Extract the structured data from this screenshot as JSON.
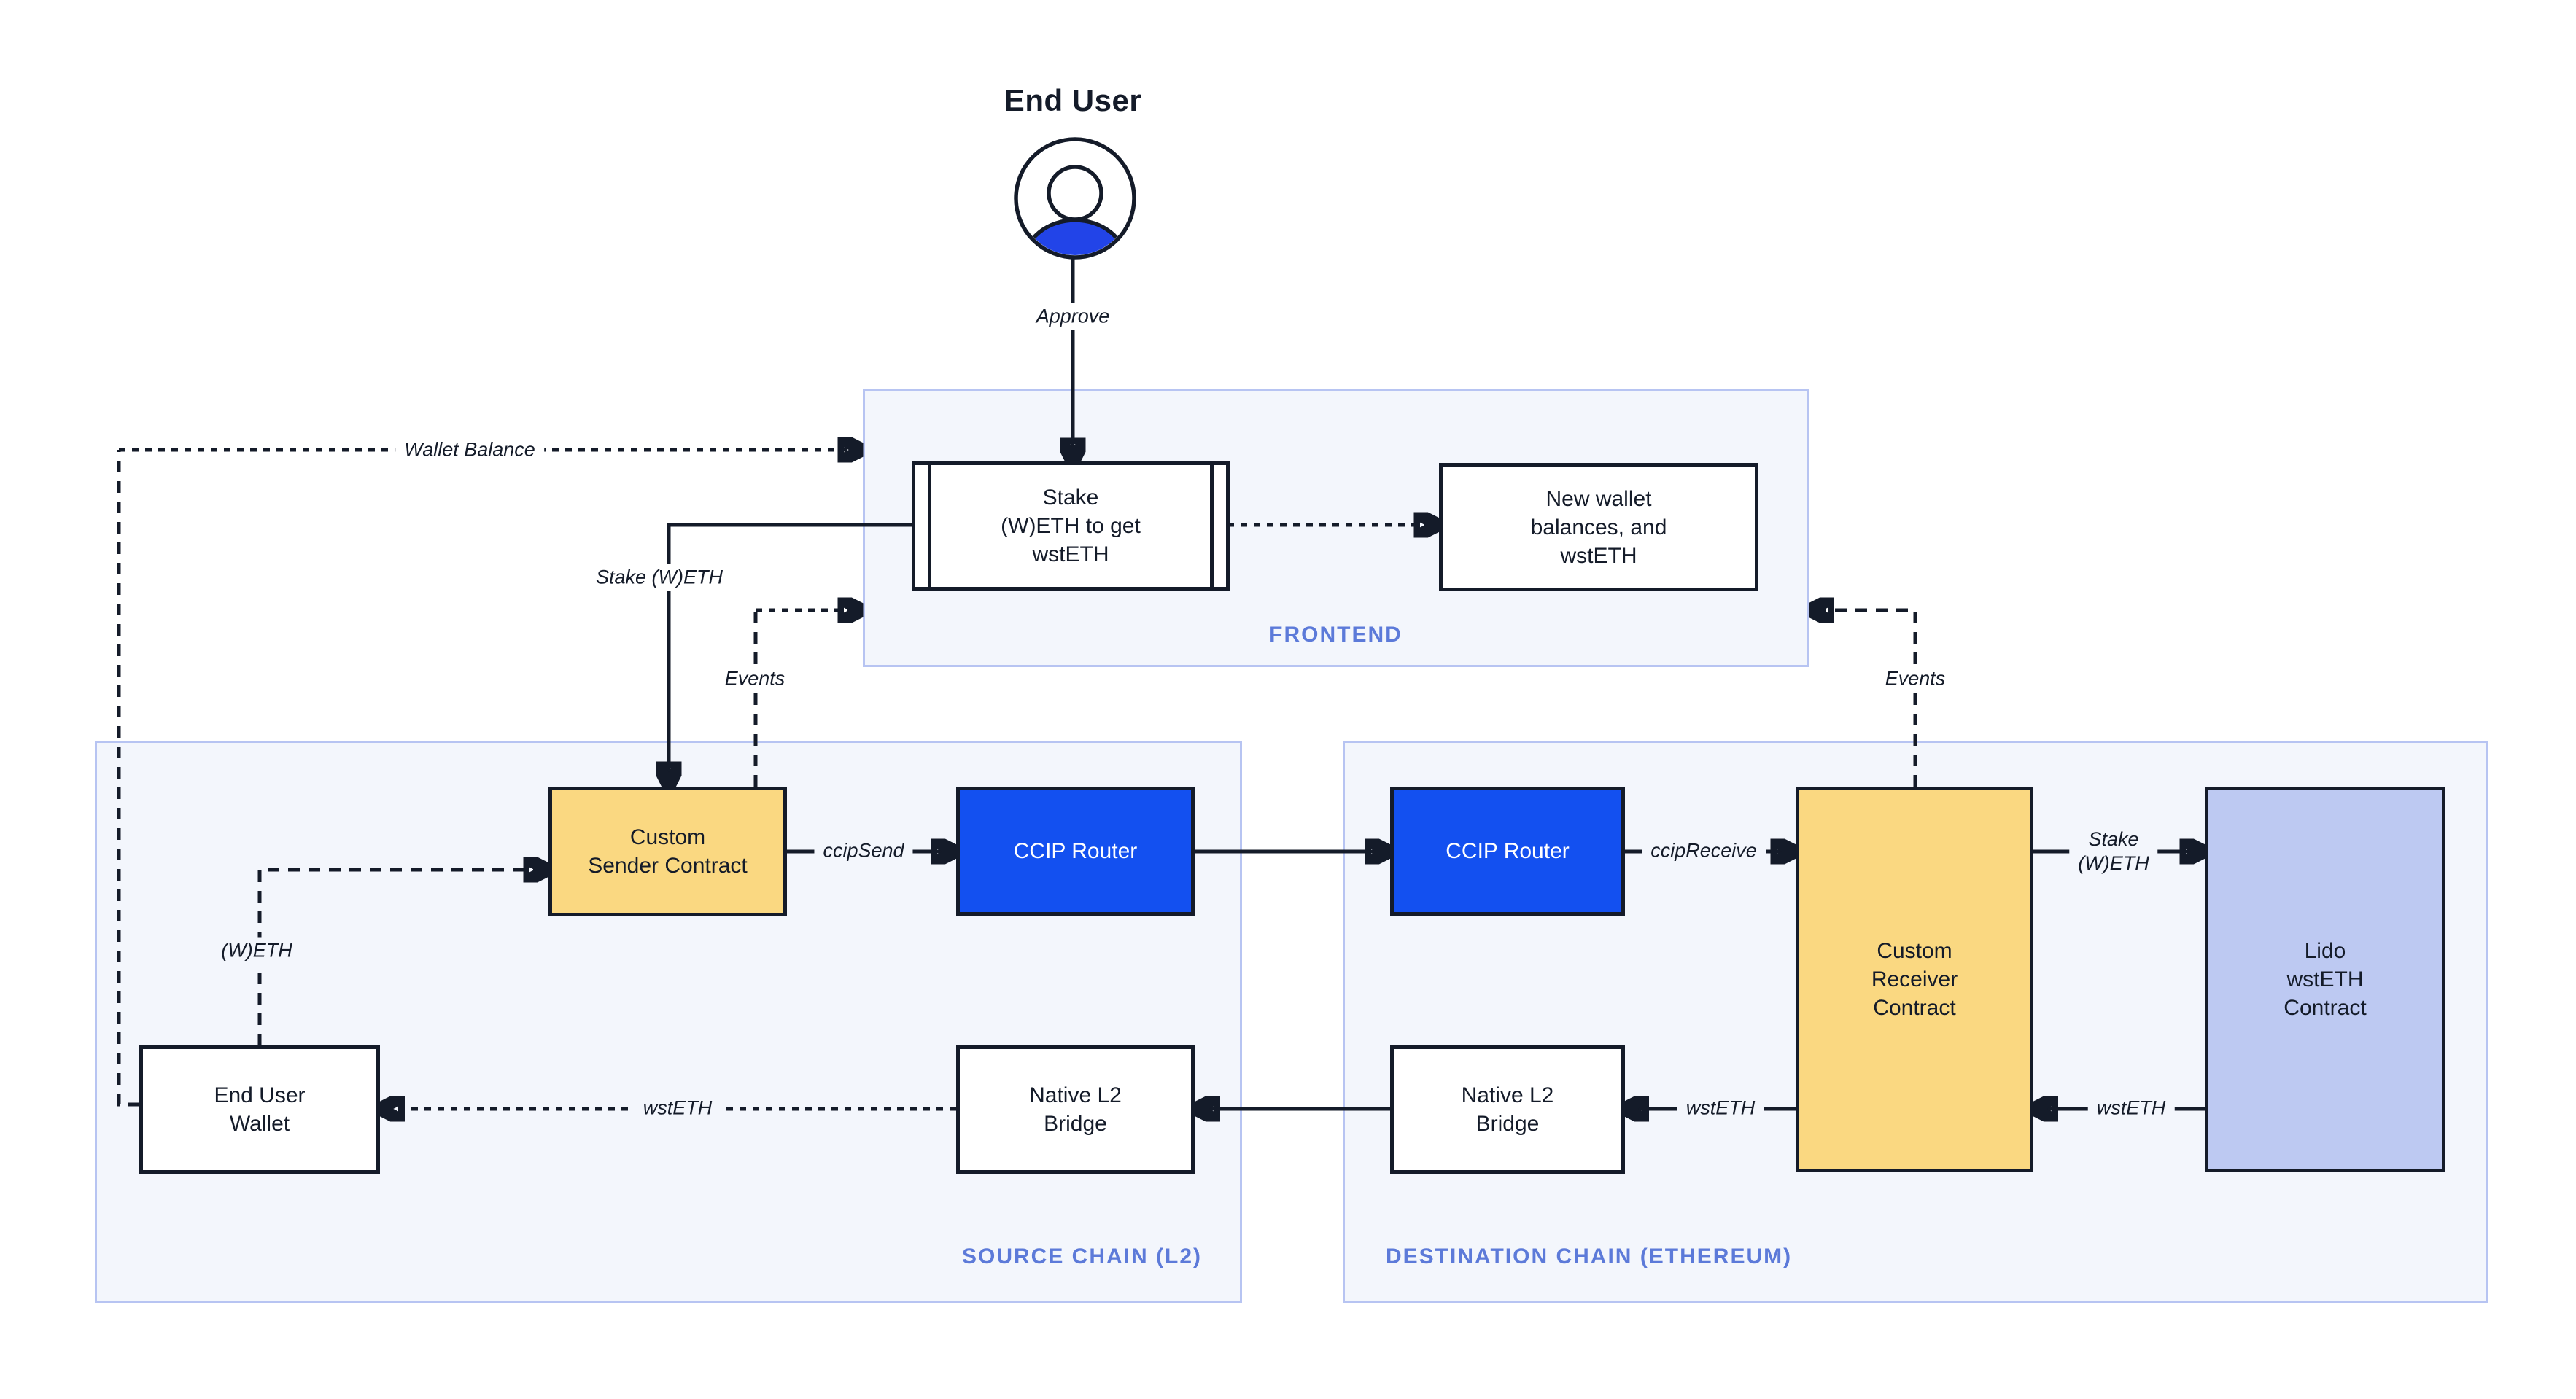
{
  "title": {
    "end_user": "End User"
  },
  "containers": {
    "frontend": {
      "label": "FRONTEND"
    },
    "source_chain": {
      "label": "SOURCE CHAIN (L2)"
    },
    "destination_chain": {
      "label": "DESTINATION CHAIN (ETHEREUM)"
    }
  },
  "nodes": {
    "stake": {
      "label": "Stake\n(W)ETH to get\nwstETH"
    },
    "new_wallet": {
      "label": "New wallet\nbalances, and\nwstETH"
    },
    "custom_sender": {
      "label": "Custom\nSender Contract"
    },
    "ccip_router_source": {
      "label": "CCIP Router"
    },
    "ccip_router_destination": {
      "label": "CCIP Router"
    },
    "custom_receiver": {
      "label": "Custom\nReceiver\nContract"
    },
    "lido_wsteth": {
      "label": "Lido\nwstETH\nContract"
    },
    "end_user_wallet": {
      "label": "End User\nWallet"
    },
    "native_l2_bridge_source": {
      "label": "Native L2\nBridge"
    },
    "native_l2_bridge_destination": {
      "label": "Native L2\nBridge"
    }
  },
  "edge_labels": {
    "approve": "Approve",
    "wallet_balance": "Wallet Balance",
    "stake_weth": "Stake (W)ETH",
    "events_source": "Events",
    "events_destination": "Events",
    "weth": "(W)ETH",
    "ccip_send": "ccipSend",
    "ccip_receive": "ccipReceive",
    "stake_weth_destination": "Stake\n(W)ETH",
    "wsteth_to_wallet": "wstETH",
    "wsteth_to_bridge": "wstETH",
    "wsteth_from_lido": "wstETH"
  },
  "colors": {
    "accent_blue": "#1350F0",
    "avatar_blue": "#2244E8",
    "contract_yellow": "#FAD881",
    "lido_lavender": "#BDC9F2",
    "panel_fill": "#F3F6FC",
    "panel_border": "#B7C4F2",
    "panel_label": "#5C7AD9",
    "ink": "#141B29"
  }
}
